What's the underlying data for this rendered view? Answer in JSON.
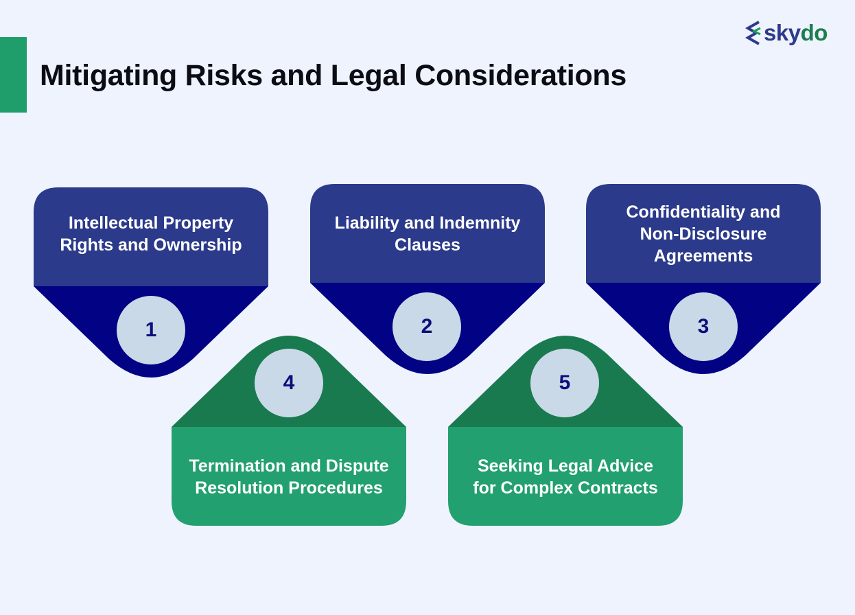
{
  "header": {
    "title": "Mitigating Risks and Legal Considerations",
    "logo": {
      "part1": "sky",
      "part2": "do",
      "icon": "skydo-chevrons-icon"
    }
  },
  "colors": {
    "background": "#eef3fd",
    "accent_bar": "#1f9e6c",
    "blue_top": "#2b3a8a",
    "blue_bottom": "#020285",
    "green_top": "#1a7a4f",
    "green_bottom": "#22a06f",
    "circle": "#c9d9e8",
    "number": "#0b0e7a"
  },
  "items": [
    {
      "number": "1",
      "label": "Intellectual Property\nRights and Ownership",
      "orientation": "down"
    },
    {
      "number": "2",
      "label": "Liability and Indemnity\nClauses",
      "orientation": "down"
    },
    {
      "number": "3",
      "label": "Confidentiality and\nNon-Disclosure\nAgreements",
      "orientation": "down"
    },
    {
      "number": "4",
      "label": "Termination and Dispute\nResolution Procedures",
      "orientation": "up"
    },
    {
      "number": "5",
      "label": "Seeking Legal Advice\nfor Complex Contracts",
      "orientation": "up"
    }
  ]
}
